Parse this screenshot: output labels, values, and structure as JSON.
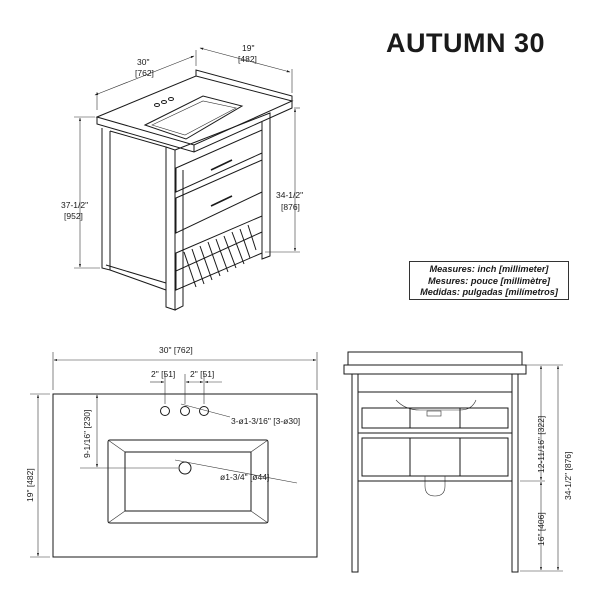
{
  "title": "AUTUMN 30",
  "legend": {
    "line1": "Measures: inch [millimeter]",
    "line2": "Mesures: pouce [millimètre]",
    "line3": "Medidas: pulgadas [milímetros]"
  },
  "iso_view": {
    "width_in": "30\"",
    "width_mm": "[762]",
    "depth_in": "19\"",
    "depth_mm": "[482]",
    "total_height_in": "37-1/2\"",
    "total_height_mm": "[952]",
    "counter_height_in": "34-1/2\"",
    "counter_height_mm": "[876]"
  },
  "top_view": {
    "width": "30\" [762]",
    "faucet_spacing_left": "2\" [51]",
    "faucet_spacing_right": "2\" [51]",
    "hole_dia": "3-ø1-3/16\" [3-ø30]",
    "drain_dia": "ø1-3/4\" [ø44]",
    "sink_offset": "9-1/16\" [230]",
    "depth": "19\" [482]"
  },
  "front_view": {
    "drawer_height": "12-11/16\" [322]",
    "shelf_height": "16\" [406]",
    "total_height": "34-1/2\" [876]"
  }
}
